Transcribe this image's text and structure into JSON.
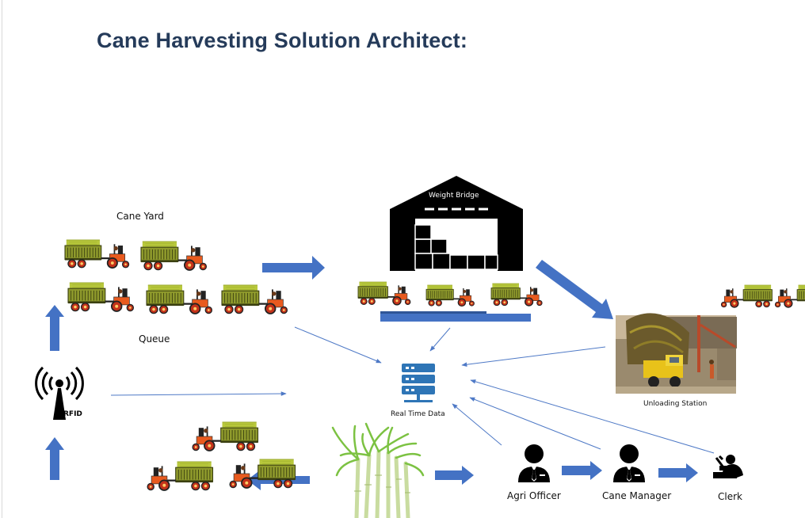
{
  "title": "Cane Harvesting Solution Architect:",
  "labels": {
    "cane_yard": "Cane Yard",
    "queue": "Queue",
    "rfid": "RFID",
    "weight_bridge": "Weight Bridge",
    "real_time_data": "Real Time Data",
    "unloading_station": "Unloading Station",
    "agri_officer": "Agri Officer",
    "cane_manager": "Cane Manager",
    "clerk": "Clerk"
  },
  "colors": {
    "title": "#253b5a",
    "arrow_fill": "#4472c4",
    "arrow_line": "#4e79c6",
    "trailer_body": "#8f9a2c",
    "cane_load": "#b8c83c",
    "tractor_orange": "#e85a1e",
    "wheel_red": "#c4321a",
    "server_blue": "#2e75b6",
    "sugarcane_green": "#7cc242"
  },
  "icons": [
    "rfid-antenna-icon",
    "warehouse-icon",
    "server-icon",
    "person-tie-icon",
    "clerk-icon",
    "tractor-trailer-icon",
    "sugarcane-icon",
    "truck-photo-icon"
  ]
}
